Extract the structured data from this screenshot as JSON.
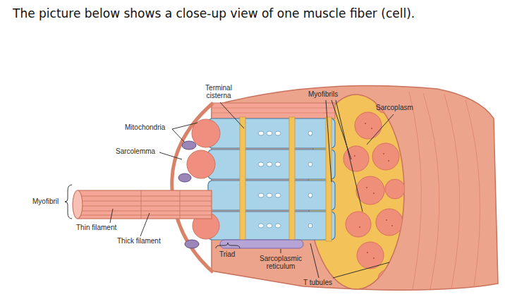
{
  "diagram": {
    "title": "The picture below shows a close-up view of one muscle fiber (cell).",
    "labels": [
      "Terminal cisterna",
      "Myofibrils",
      "Sarcoplasm",
      "Mitochondria",
      "Sarcolemma",
      "Myofibril",
      "Thin filament",
      "Thick filament",
      "Triad",
      "Sarcoplasmic reticulum",
      "T tubules"
    ]
  }
}
